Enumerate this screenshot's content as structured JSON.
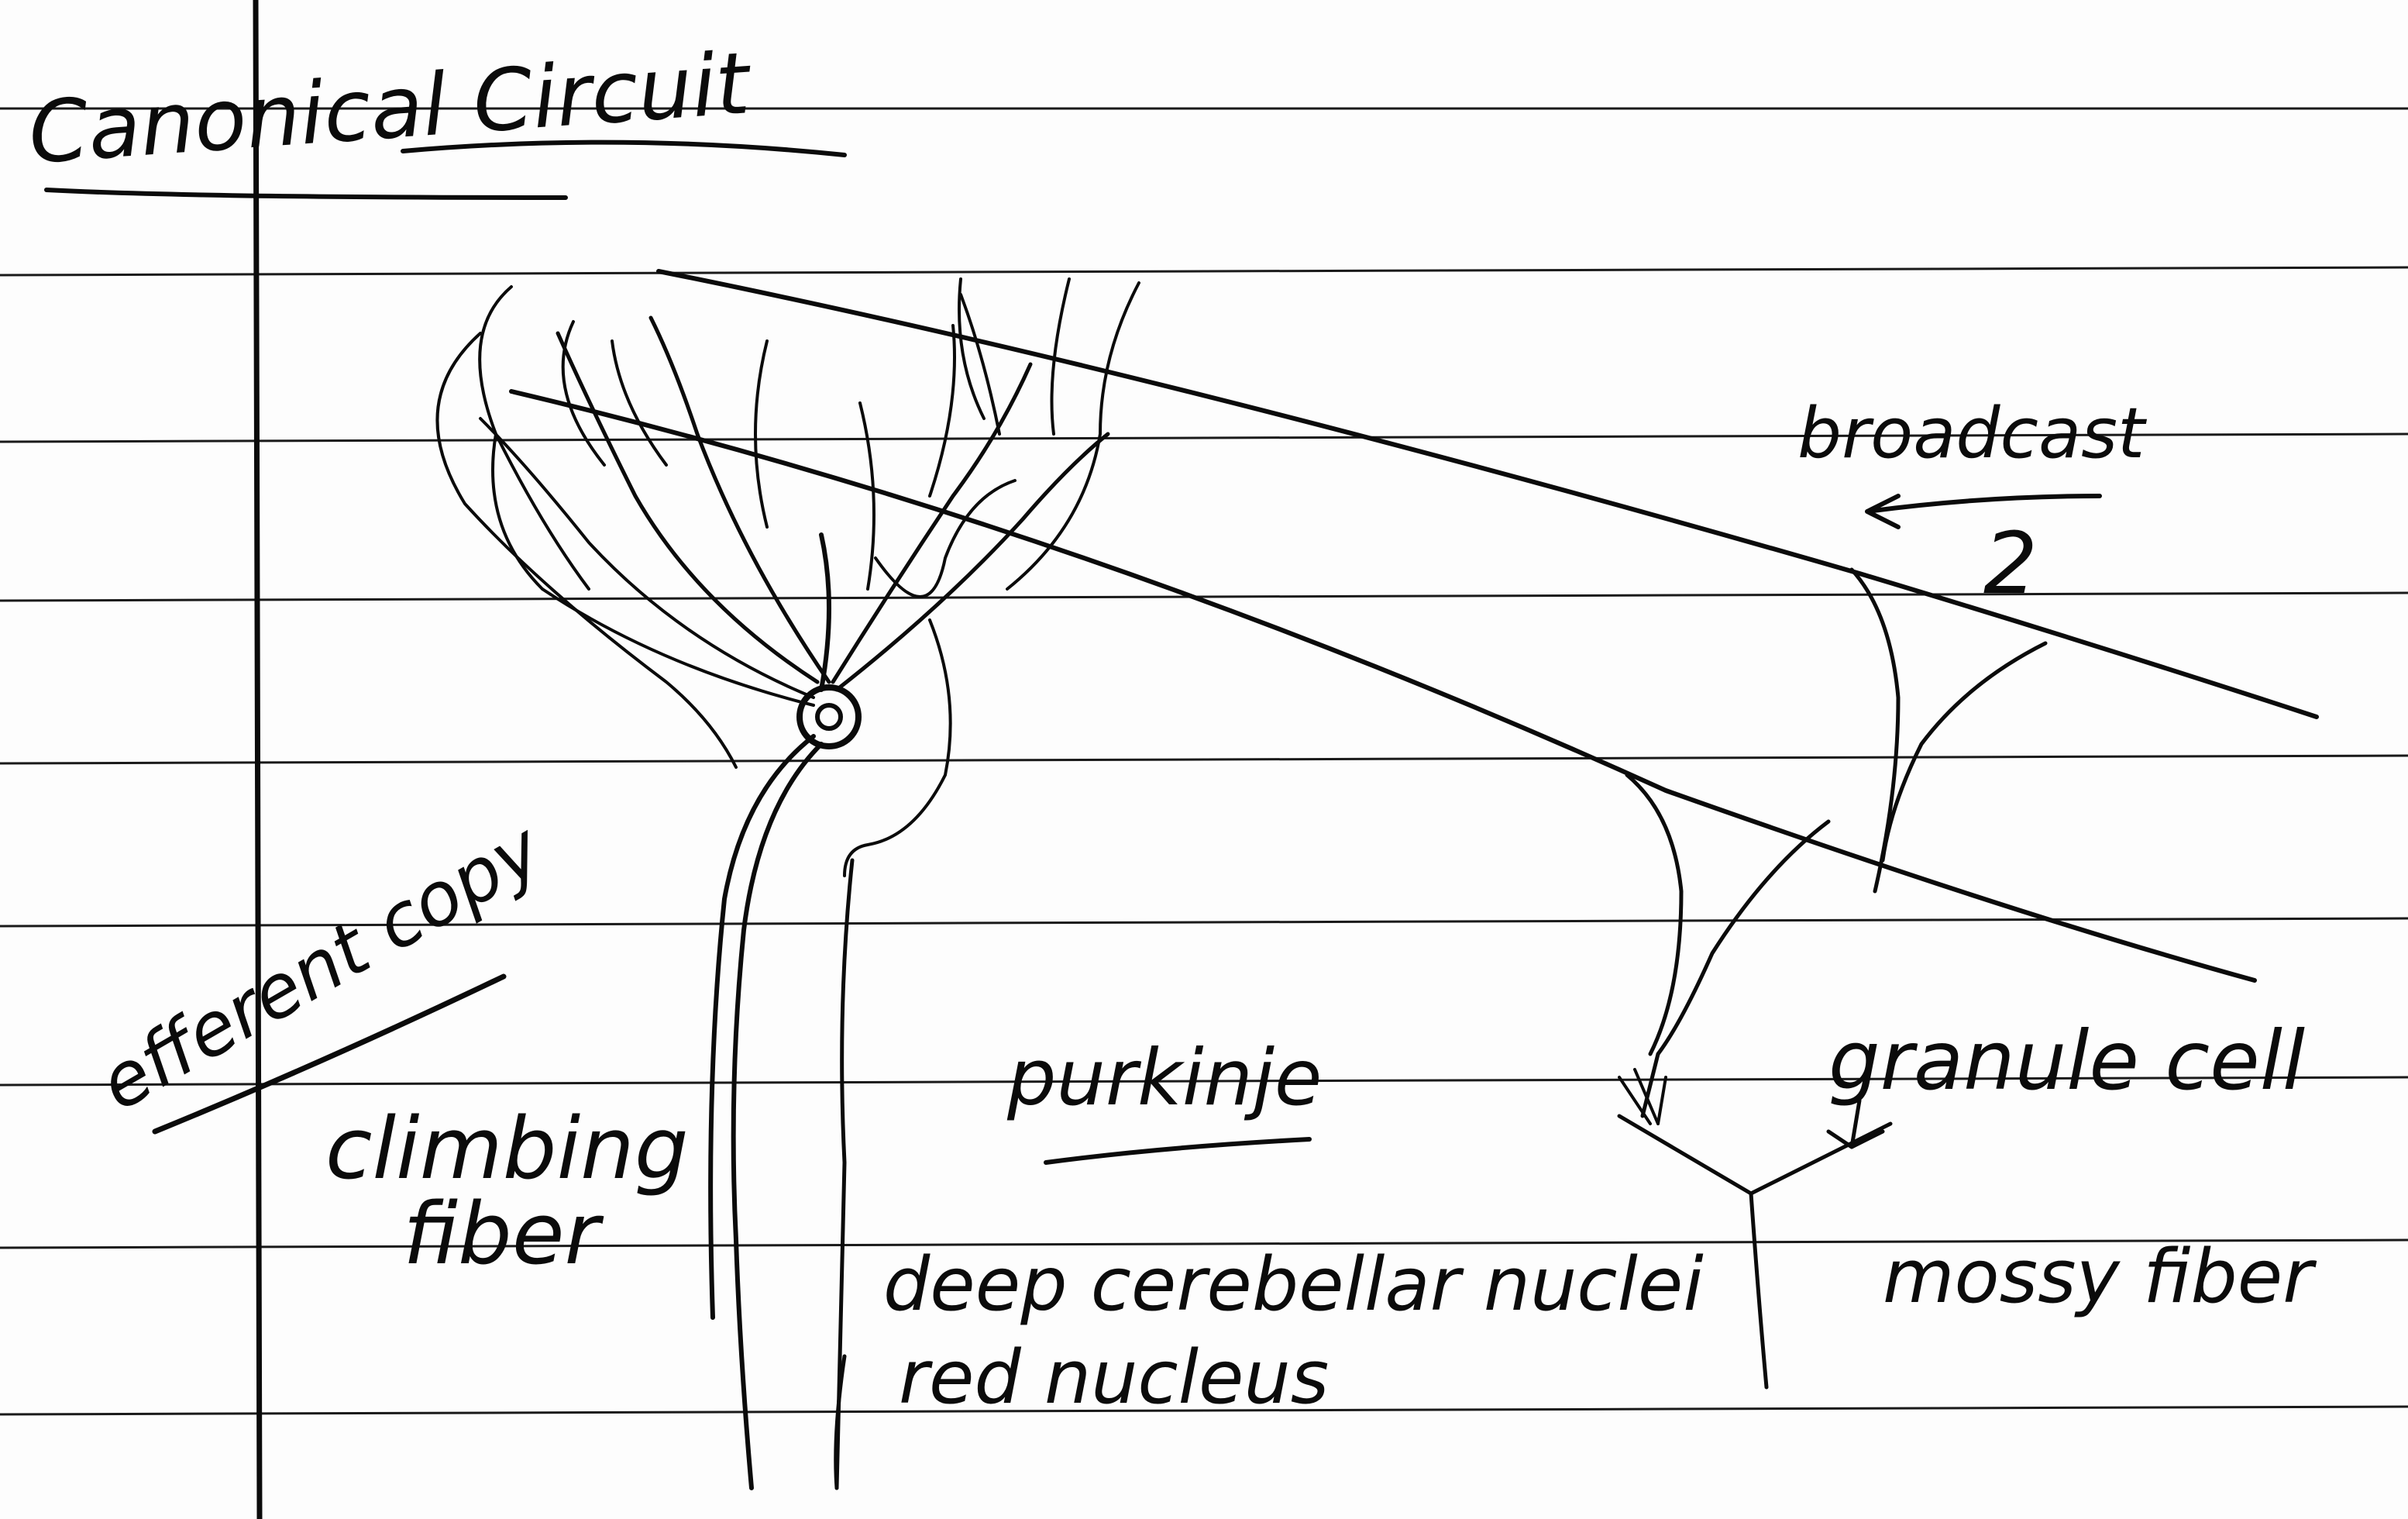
{
  "title": "Canonical Circuit",
  "labels": {
    "broadcast": "broadcast",
    "purkinje": "purkinje",
    "granule_cell": "granule cell",
    "efference_copy": "efferent copy",
    "climbing_fiber": "climbing fiber",
    "mossy_fiber": "mossy fiber",
    "deep_cerebellar_nuclei": "deep cerebellar nuclei",
    "red_nucleus": "red nucleus"
  },
  "colors": {
    "ink": "#0b0b0b",
    "paper": "#fdfdfd",
    "rule": "#1a1a1a"
  }
}
